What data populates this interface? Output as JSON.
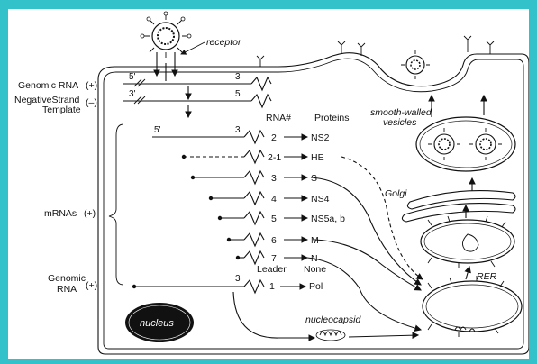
{
  "labels": {
    "receptor": "receptor",
    "genomic_rna": "Genomic RNA",
    "genomic_rna_sign": "(+)",
    "negative_strand_1": "NegativeStrand",
    "negative_strand_2": "Template",
    "negative_strand_sign": "(–)",
    "mrnas": "mRNAs",
    "mrnas_sign": "(+)",
    "genomic_rna_2a": "Genomic",
    "genomic_rna_2b": "RNA",
    "genomic_rna_2_sign": "(+)",
    "five_prime": "5'",
    "three_prime": "3'",
    "rna_header": "RNA#",
    "proteins_header": "Proteins",
    "leader": "Leader",
    "none": "None",
    "smooth_walled_1": "smooth-walled",
    "smooth_walled_2": "vesicles",
    "golgi": "Golgi",
    "rer": "RER",
    "nucleus": "nucleus",
    "nucleocapsid": "nucleocapsid"
  },
  "rna_rows": [
    {
      "rna": "2",
      "protein": "NS2"
    },
    {
      "rna": "2-1",
      "protein": "HE"
    },
    {
      "rna": "3",
      "protein": "S"
    },
    {
      "rna": "4",
      "protein": "NS4"
    },
    {
      "rna": "5",
      "protein": "NS5a, b"
    },
    {
      "rna": "6",
      "protein": "M"
    },
    {
      "rna": "7",
      "protein": "N"
    },
    {
      "rna": "1",
      "protein": "Pol"
    }
  ]
}
